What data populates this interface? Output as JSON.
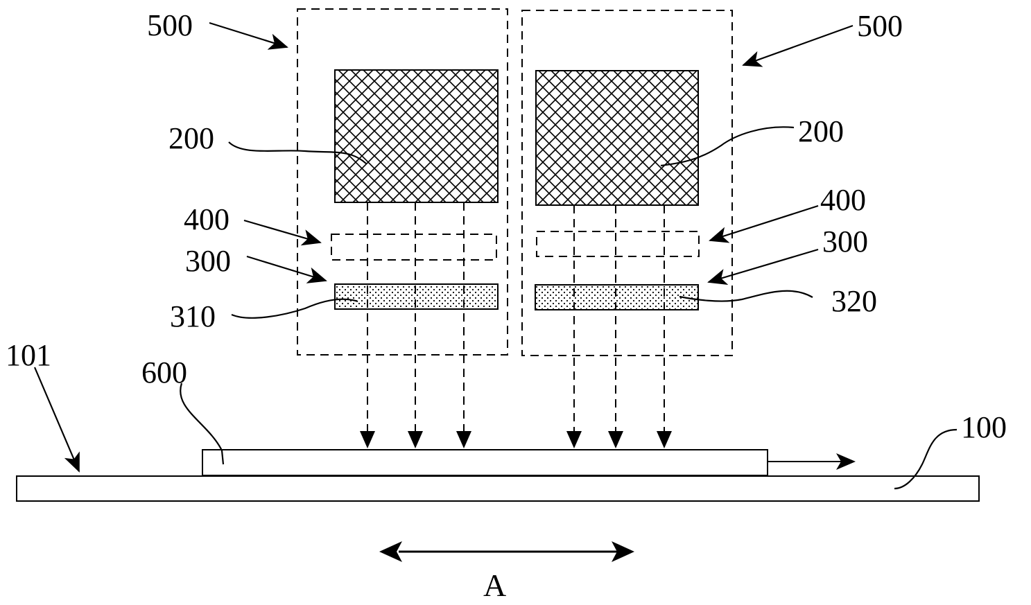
{
  "labels": {
    "module_left": "500",
    "module_right": "500",
    "source_left": "200",
    "source_right": "200",
    "layer400_left": "400",
    "layer400_right": "400",
    "layer300_left": "300",
    "layer300_right": "300",
    "region_310": "310",
    "region_320": "320",
    "edge_101": "101",
    "workpiece_600": "600",
    "substrate_100": "100",
    "direction_a": "A"
  },
  "colors": {
    "line": "#000000",
    "background": "#ffffff"
  }
}
